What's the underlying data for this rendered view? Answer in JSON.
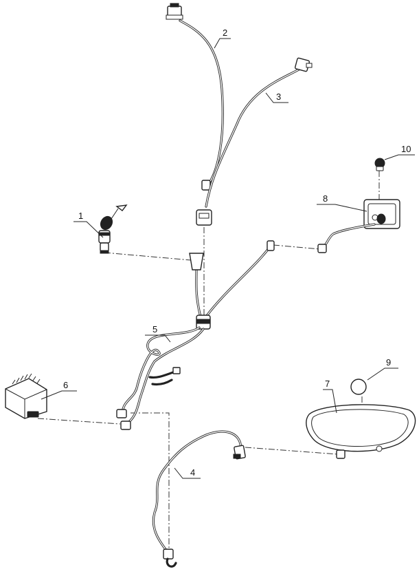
{
  "callouts": [
    {
      "id": "1",
      "text": "1"
    },
    {
      "id": "2",
      "text": "2"
    },
    {
      "id": "3",
      "text": "3"
    },
    {
      "id": "4",
      "text": "4"
    },
    {
      "id": "5",
      "text": "5"
    },
    {
      "id": "6",
      "text": "6"
    },
    {
      "id": "7",
      "text": "7"
    },
    {
      "id": "8",
      "text": "8"
    },
    {
      "id": "9",
      "text": "9"
    },
    {
      "id": "10",
      "text": "10"
    }
  ],
  "parts": [
    {
      "callout": "1",
      "name": "ignition-switch"
    },
    {
      "callout": "2",
      "name": "wire-harness"
    },
    {
      "callout": "3",
      "name": "wire-harness"
    },
    {
      "callout": "4",
      "name": "wire-harness"
    },
    {
      "callout": "5",
      "name": "main-wire-harness"
    },
    {
      "callout": "6",
      "name": "regulator-rectifier"
    },
    {
      "callout": "7",
      "name": "headlight"
    },
    {
      "callout": "8",
      "name": "tail-light"
    },
    {
      "callout": "9",
      "name": "headlight-bulb"
    },
    {
      "callout": "10",
      "name": "tail-light-bulb"
    }
  ]
}
